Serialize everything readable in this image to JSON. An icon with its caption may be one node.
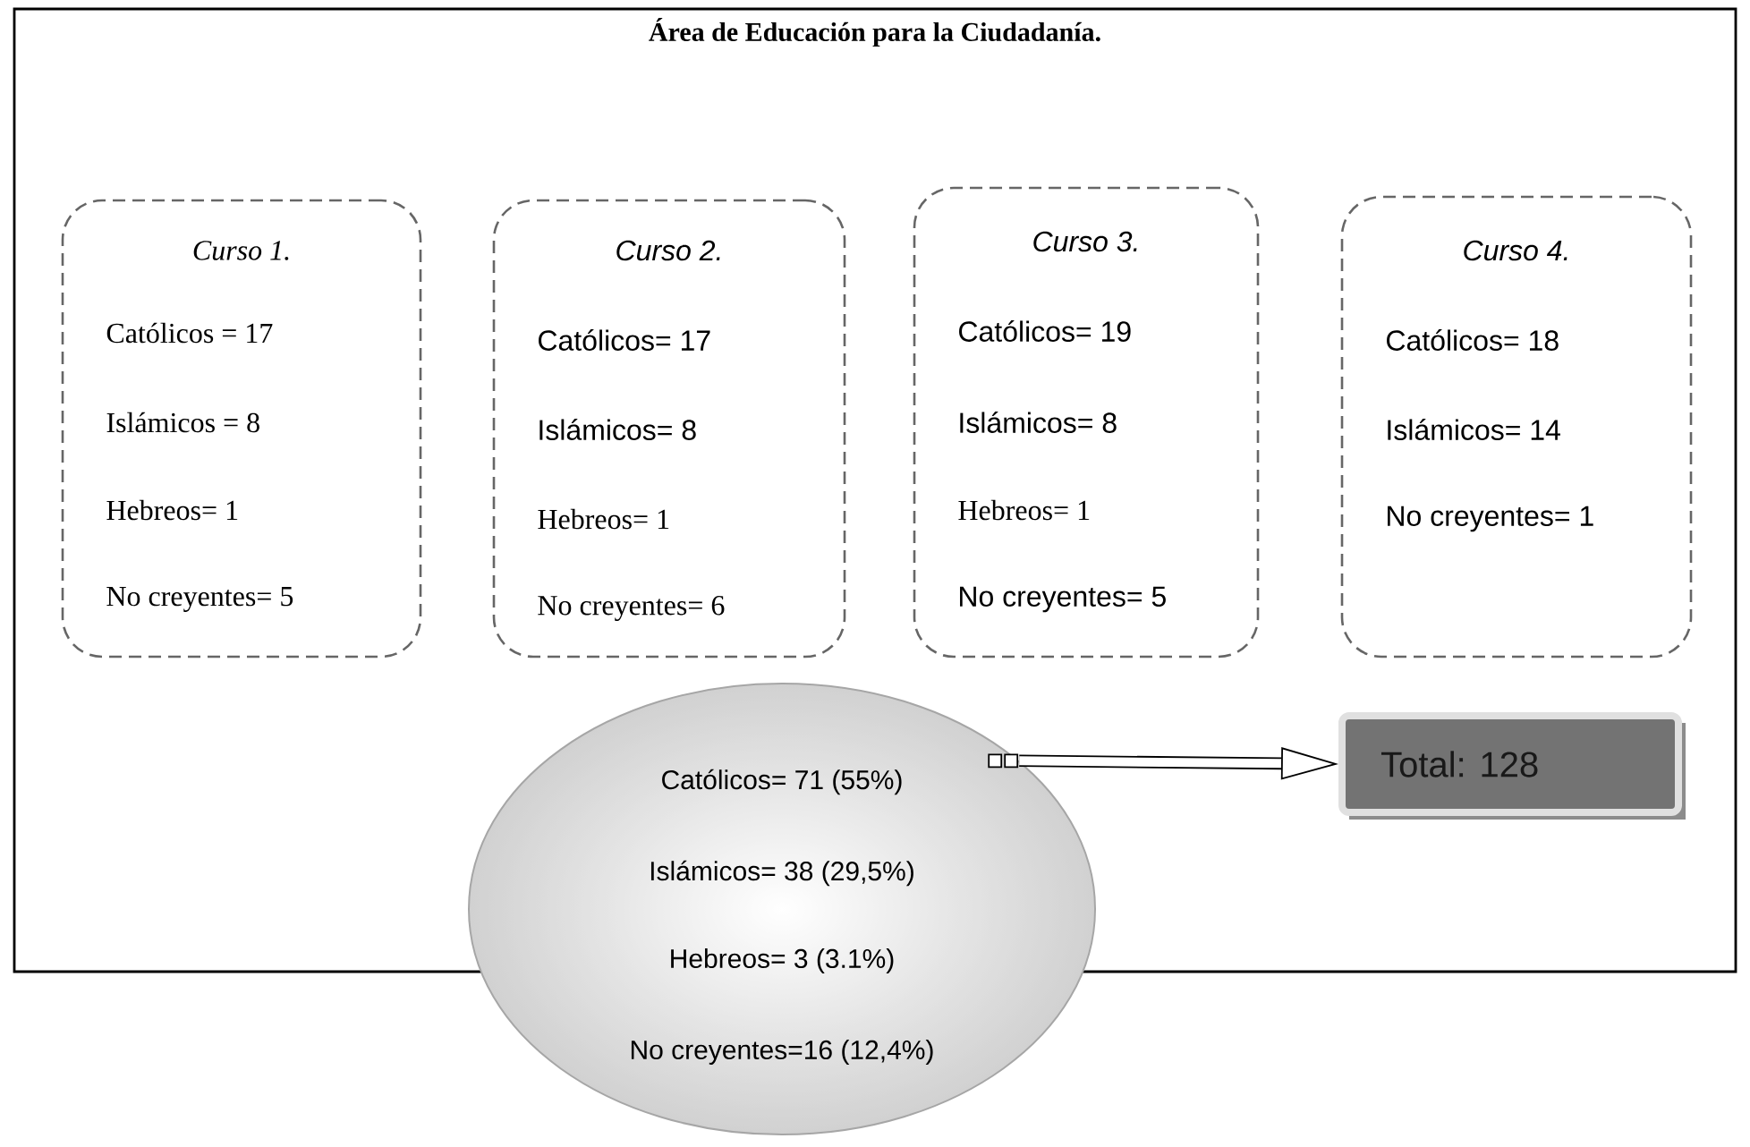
{
  "diagram": {
    "title": "Área de Educación para la Ciudadanía.",
    "nodes": [
      {
        "text": [
          "Curso 1.",
          "Católicos = 17",
          "Islámicos = 8",
          "Hebreos= 1",
          "No creyentes= 5"
        ]
      },
      {
        "text": [
          "Curso 2.",
          "Católicos= 17",
          "Islámicos= 8",
          "Hebreos= 1",
          "No creyentes= 6"
        ]
      },
      {
        "text": [
          "Curso 3.",
          "Católicos= 19",
          "Islámicos= 8",
          "Hebreos= 1",
          "No creyentes= 5"
        ]
      },
      {
        "text": [
          "Curso 4.",
          "Católicos= 18",
          "Islámicos= 14",
          "No creyentes= 1"
        ]
      },
      {
        "text": [
          "Católicos= 71 (55%)",
          "Islámicos= 38 (29,5%)",
          "Hebreos= 3 (3.1%)",
          "No creyentes=16 (12,4%)"
        ]
      },
      {
        "text": [
          "Total: 128"
        ]
      }
    ],
    "edges": [
      {
        "from": 4,
        "to": 5,
        "arrow": "to"
      }
    ]
  }
}
